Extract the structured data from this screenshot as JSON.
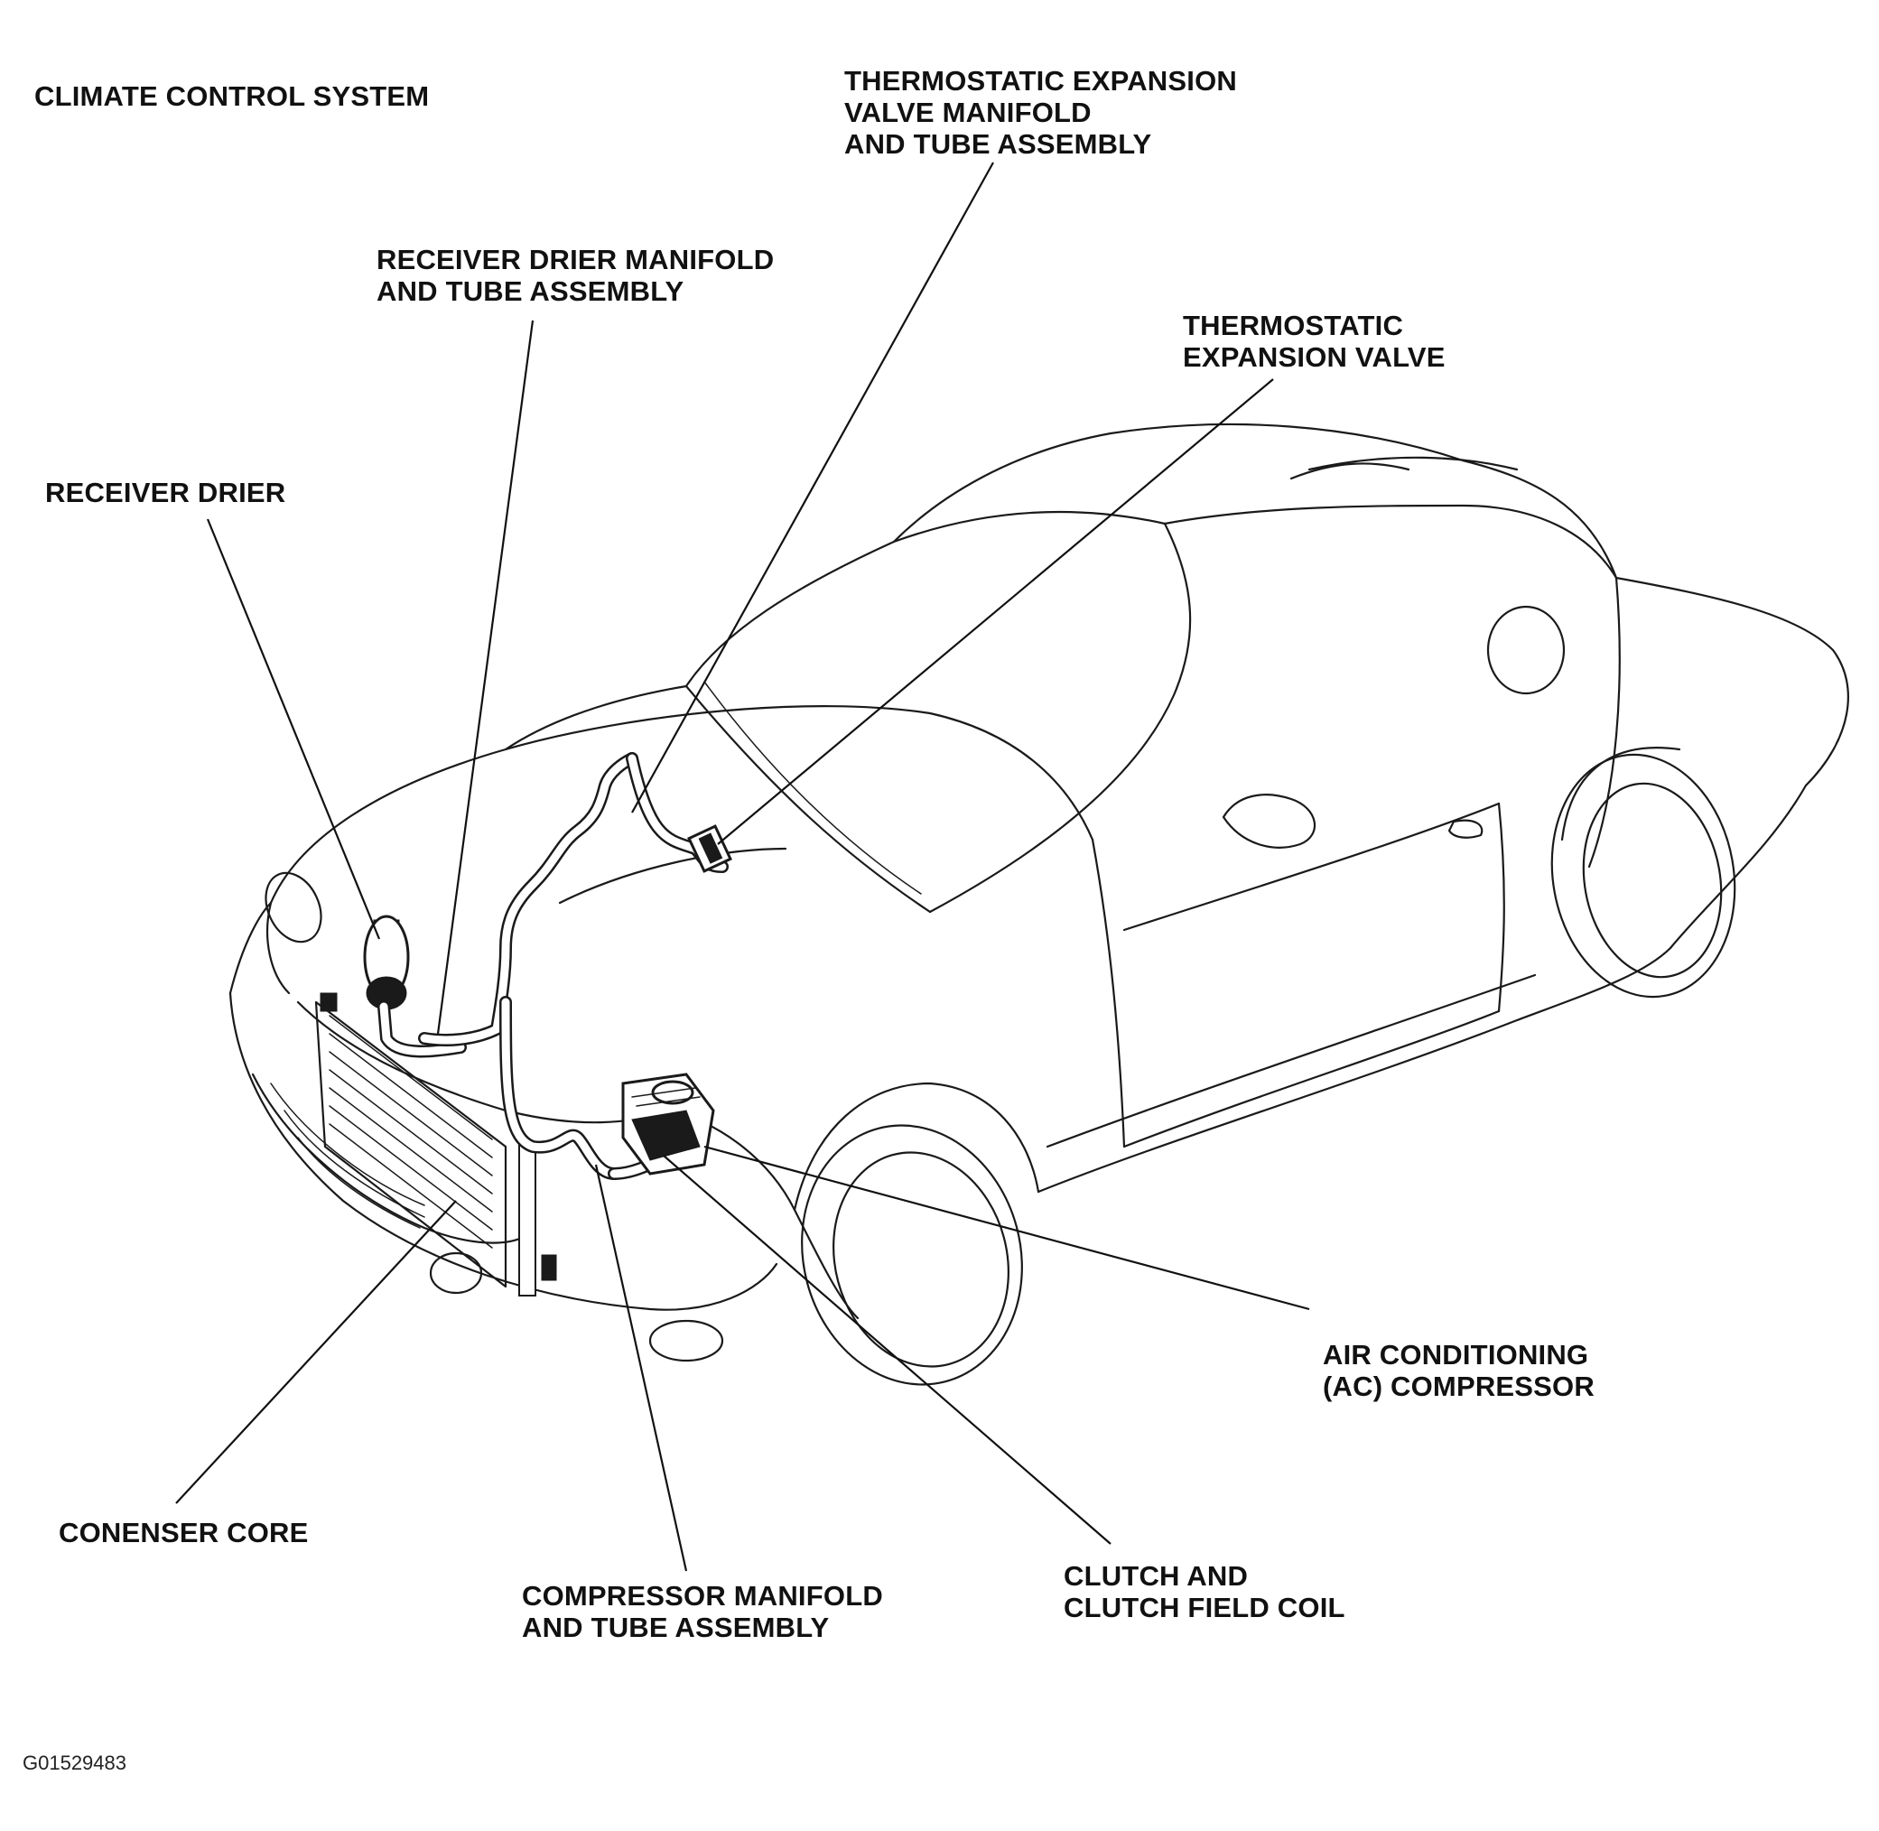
{
  "title": "CLIMATE CONTROL SYSTEM",
  "figure_id": "G01529483",
  "callouts": {
    "txv_manifold": [
      "THERMOSTATIC EXPANSION",
      "VALVE MANIFOLD",
      "AND TUBE ASSEMBLY"
    ],
    "rd_manifold": [
      "RECEIVER DRIER MANIFOLD",
      "AND TUBE ASSEMBLY"
    ],
    "txv": [
      "THERMOSTATIC",
      "EXPANSION VALVE"
    ],
    "receiver_drier": [
      "RECEIVER DRIER"
    ],
    "ac_compressor": [
      "AIR CONDITIONING",
      "(AC) COMPRESSOR"
    ],
    "condenser_core": [
      "CONENSER CORE"
    ],
    "compressor_manifold": [
      "COMPRESSOR MANIFOLD",
      "AND TUBE ASSEMBLY"
    ],
    "clutch": [
      "CLUTCH AND",
      "CLUTCH FIELD COIL"
    ]
  }
}
